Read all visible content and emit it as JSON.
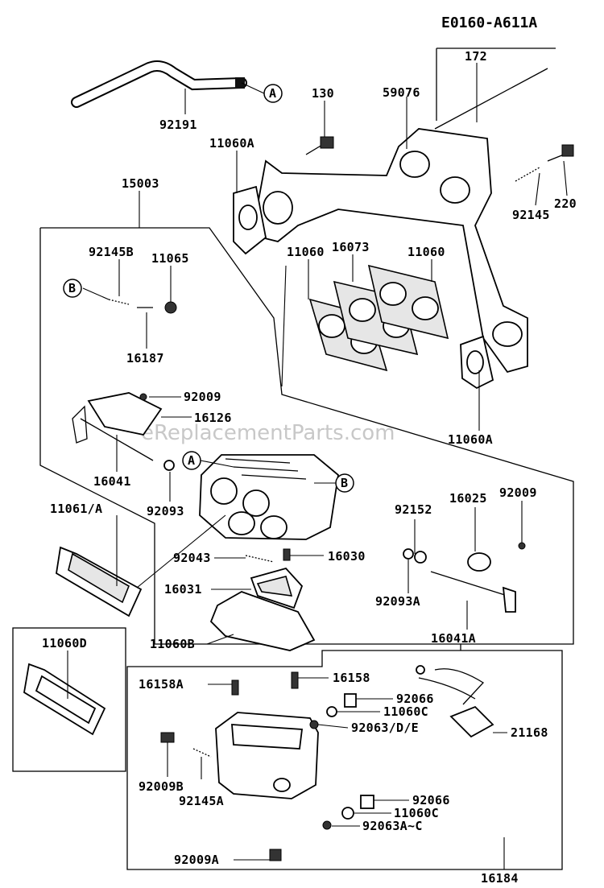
{
  "diagram_code": "E0160-A611A",
  "watermark": "eReplacementParts.com",
  "labels": {
    "p172": "172",
    "p59076": "59076",
    "p130": "130",
    "p92191": "92191",
    "p11060A_top": "11060A",
    "p15003": "15003",
    "p220": "220",
    "p92145": "92145",
    "p92145B": "92145B",
    "p11065": "11065",
    "p16187": "16187",
    "p16073": "16073",
    "p11060_left": "11060",
    "p11060_right": "11060",
    "p92009": "92009",
    "p16126": "16126",
    "p11060A_bottom": "11060A",
    "p16041": "16041",
    "p92093": "92093",
    "p92152": "92152",
    "p16025": "16025",
    "p92009_right": "92009",
    "p11061A": "11061/A",
    "p92043": "92043",
    "p16030": "16030",
    "p16031": "16031",
    "p92093A": "92093A",
    "p11060D": "11060D",
    "p11060B": "11060B",
    "p16041A": "16041A",
    "p16158A": "16158A",
    "p16158": "16158",
    "p92066_top": "92066",
    "p11060C_top": "11060C",
    "p92063DE": "92063/D/E",
    "p21168": "21168",
    "p92009B": "92009B",
    "p92145A": "92145A",
    "p92066_bottom": "92066",
    "p11060C_bottom": "11060C",
    "p92063AC": "92063A~C",
    "p16184": "16184",
    "p92009A": "92009A"
  },
  "callouts": {
    "a_top": "A",
    "a_mid": "A",
    "b_left": "B",
    "b_right": "B"
  }
}
